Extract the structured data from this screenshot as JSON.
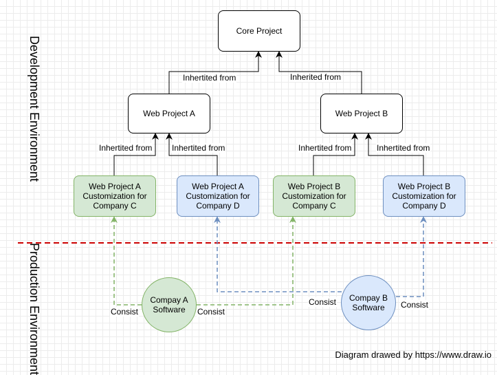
{
  "environments": {
    "development": "Development Environment",
    "production": "Production Environment"
  },
  "nodes": {
    "core_project": "Core Project",
    "web_project_a": "Web Project A",
    "web_project_b": "Web Project B",
    "a_custom_c": "Web Project A Customization for Company C",
    "a_custom_d": "Web Project A Customization for Company D",
    "b_custom_c": "Web Project B Customization for Company C",
    "b_custom_d": "Web Project B Customization for Company D",
    "company_a_software": "Compay A Software",
    "company_b_software": "Compay B Software"
  },
  "edge_labels": {
    "inherited_a_core": "Inhertited from",
    "inherited_b_core": "Inherited from",
    "inherited_ac_a": "Inhertited from",
    "inherited_ad_a": "Inhertited from",
    "inherited_bc_b": "Inhertited from",
    "inherited_bd_b": "Inhertited from",
    "consist_a_left": "Consist",
    "consist_a_right": "Consist",
    "consist_b_left": "Consist",
    "consist_b_right": "Consist"
  },
  "footer": "Diagram drawed by https://www.draw.io",
  "colors": {
    "green_fill": "#d5e8d4",
    "green_stroke": "#82b366",
    "blue_fill": "#dae8fc",
    "blue_stroke": "#6c8ebf",
    "divider": "#cc0000"
  }
}
